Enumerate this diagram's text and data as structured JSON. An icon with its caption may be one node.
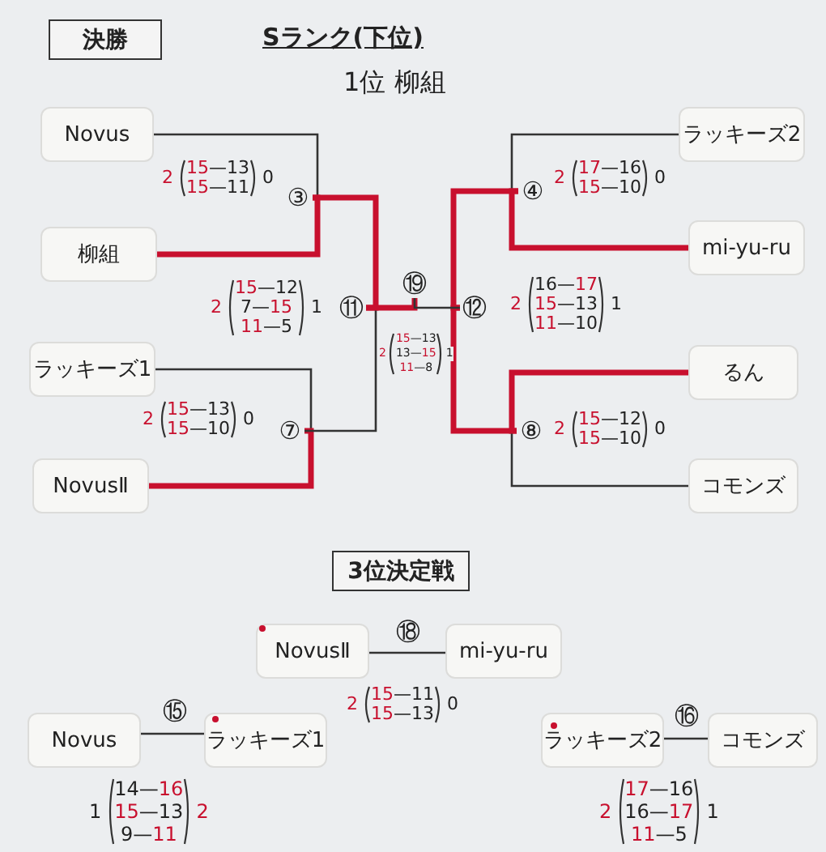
{
  "diagram": {
    "title": "Sランク(下位)",
    "nodes": [
      {
        "text": [
          "決勝"
        ]
      },
      {
        "text": [
          "Novus"
        ]
      },
      {
        "text": [
          "ラッキーズ2"
        ]
      },
      {
        "text": [
          "柳組"
        ]
      },
      {
        "text": [
          "mi-yu-ru"
        ]
      },
      {
        "text": [
          "③"
        ]
      },
      {
        "text": [
          "④"
        ]
      },
      {
        "text": [
          "⑲"
        ]
      },
      {
        "text": [
          "⑪"
        ]
      },
      {
        "text": [
          "⑫"
        ]
      },
      {
        "text": [
          "ラッキーズ1"
        ]
      },
      {
        "text": [
          "るん"
        ]
      },
      {
        "text": [
          "⑦"
        ]
      },
      {
        "text": [
          "⑧"
        ]
      },
      {
        "text": [
          "NovusⅡ"
        ]
      },
      {
        "text": [
          "コモンズ"
        ]
      },
      {
        "text": [
          "3位決定戦"
        ]
      },
      {
        "text": [
          "NovusⅡ"
        ]
      },
      {
        "text": [
          "mi-yu-ru"
        ]
      },
      {
        "text": [
          "Novus"
        ]
      },
      {
        "text": [
          "ラッキーズ1"
        ]
      },
      {
        "text": [
          "ラッキーズ2"
        ]
      },
      {
        "text": [
          "コモンズ"
        ]
      }
    ],
    "edges": [
      {
        "from": 1,
        "to": 5,
        "arrow": "none"
      },
      {
        "from": 3,
        "to": 5,
        "arrow": "none",
        "style": "thick",
        "color": "#c8102e"
      },
      {
        "from": 10,
        "to": 12,
        "arrow": "none"
      },
      {
        "from": 14,
        "to": 12,
        "arrow": "none",
        "style": "thick",
        "color": "#c8102e"
      },
      {
        "from": 5,
        "to": 8,
        "arrow": "none",
        "style": "thick",
        "color": "#c8102e"
      },
      {
        "from": 12,
        "to": 8,
        "arrow": "none"
      },
      {
        "from": 8,
        "to": 7,
        "arrow": "none",
        "style": "thick",
        "color": "#c8102e"
      },
      {
        "from": 2,
        "to": 6,
        "arrow": "none"
      },
      {
        "from": 4,
        "to": 6,
        "arrow": "none",
        "style": "thick",
        "color": "#c8102e"
      },
      {
        "from": 11,
        "to": 13,
        "arrow": "none",
        "style": "thick",
        "color": "#c8102e"
      },
      {
        "from": 15,
        "to": 13,
        "arrow": "none"
      },
      {
        "from": 6,
        "to": 9,
        "arrow": "none",
        "style": "thick",
        "color": "#c8102e"
      },
      {
        "from": 13,
        "to": 9,
        "arrow": "none",
        "style": "thick",
        "color": "#c8102e"
      },
      {
        "from": 9,
        "to": 7,
        "arrow": "none"
      },
      {
        "from": 17,
        "to": 18,
        "arrow": "none",
        "label": "⑱"
      },
      {
        "from": 19,
        "to": 20,
        "arrow": "none",
        "label": "⑮"
      },
      {
        "from": 21,
        "to": 22,
        "arrow": "none",
        "label": "⑯"
      }
    ],
    "labels": [
      "1位 柳組",
      "2",
      "15—13",
      "15—11",
      "0",
      "2",
      "17—16",
      "15—10",
      "0",
      "2",
      "15—12",
      "7—15",
      "11—5",
      "1",
      "2",
      "16—17",
      "15—13",
      "11—10",
      "1",
      "2",
      "15—13",
      "13—15",
      "11—8",
      "1",
      "2",
      "15—13",
      "15—10",
      "0",
      "2",
      "15—12",
      "15—10",
      "0",
      "2",
      "15—11",
      "15—13",
      "0",
      "1",
      "14—16",
      "15—13",
      "9—11",
      "2",
      "2",
      "17—16",
      "16—17",
      "11—5",
      "1"
    ]
  }
}
